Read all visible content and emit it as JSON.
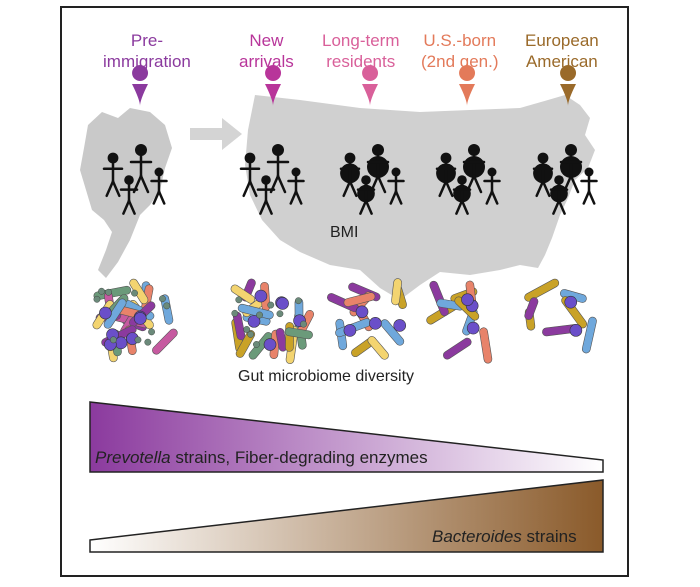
{
  "groups": [
    {
      "line1": "Pre-",
      "line2": "immigration",
      "color": "#8b3a9e"
    },
    {
      "line1": "New",
      "line2": "arrivals",
      "color": "#b8359a"
    },
    {
      "line1": "Long-term",
      "line2": "residents",
      "color": "#d9609a"
    },
    {
      "line1": "U.S.-born",
      "line2": "(2nd gen.)",
      "color": "#e37a5a"
    },
    {
      "line1": "European",
      "line2": "American",
      "color": "#9a6a2a"
    }
  ],
  "bmi_label": "BMI",
  "diversity_label": "Gut microbiome diversity",
  "prevotella_bar": {
    "italic": "Prevotella",
    "rest": " strains, Fiber-degrading enzymes",
    "color": "#8b3a9e"
  },
  "bacteroides_bar": {
    "italic": "Bacteroides",
    "rest": " strains",
    "color": "#8a5a2a"
  }
}
